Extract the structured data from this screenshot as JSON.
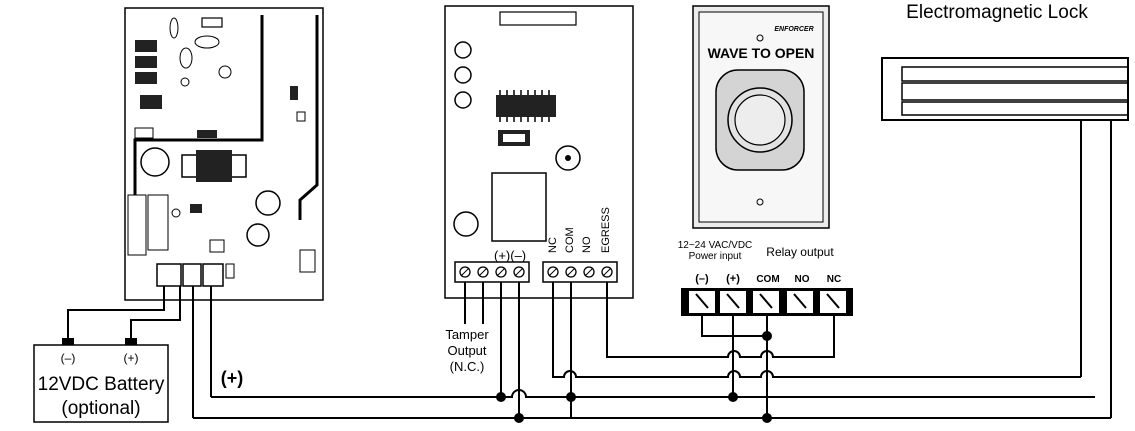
{
  "lock": {
    "title": "Electromagnetic Lock"
  },
  "exit_plate": {
    "brand": "ENFORCER",
    "label": "WAVE TO OPEN"
  },
  "battery": {
    "neg": "(–)",
    "pos": "(+)",
    "line1": "12VDC Battery",
    "line2": "(optional)"
  },
  "wire_plus": "(+)",
  "module": {
    "power_terminals": "(+)(–)",
    "relay_labels": [
      "NC",
      "COM",
      "NO",
      "EGRESS"
    ],
    "tamper": [
      "Tamper",
      "Output",
      "(N.C.)"
    ]
  },
  "terminal_block": {
    "power_line1": "12~24 VAC/VDC",
    "power_line2": "Power input",
    "relay_title": "Relay output",
    "labels": [
      "(–)",
      "(+)",
      "COM",
      "NO",
      "NC"
    ]
  },
  "colors": {
    "ink": "#000000",
    "background": "#ffffff",
    "plate": "#e6e6e6"
  }
}
